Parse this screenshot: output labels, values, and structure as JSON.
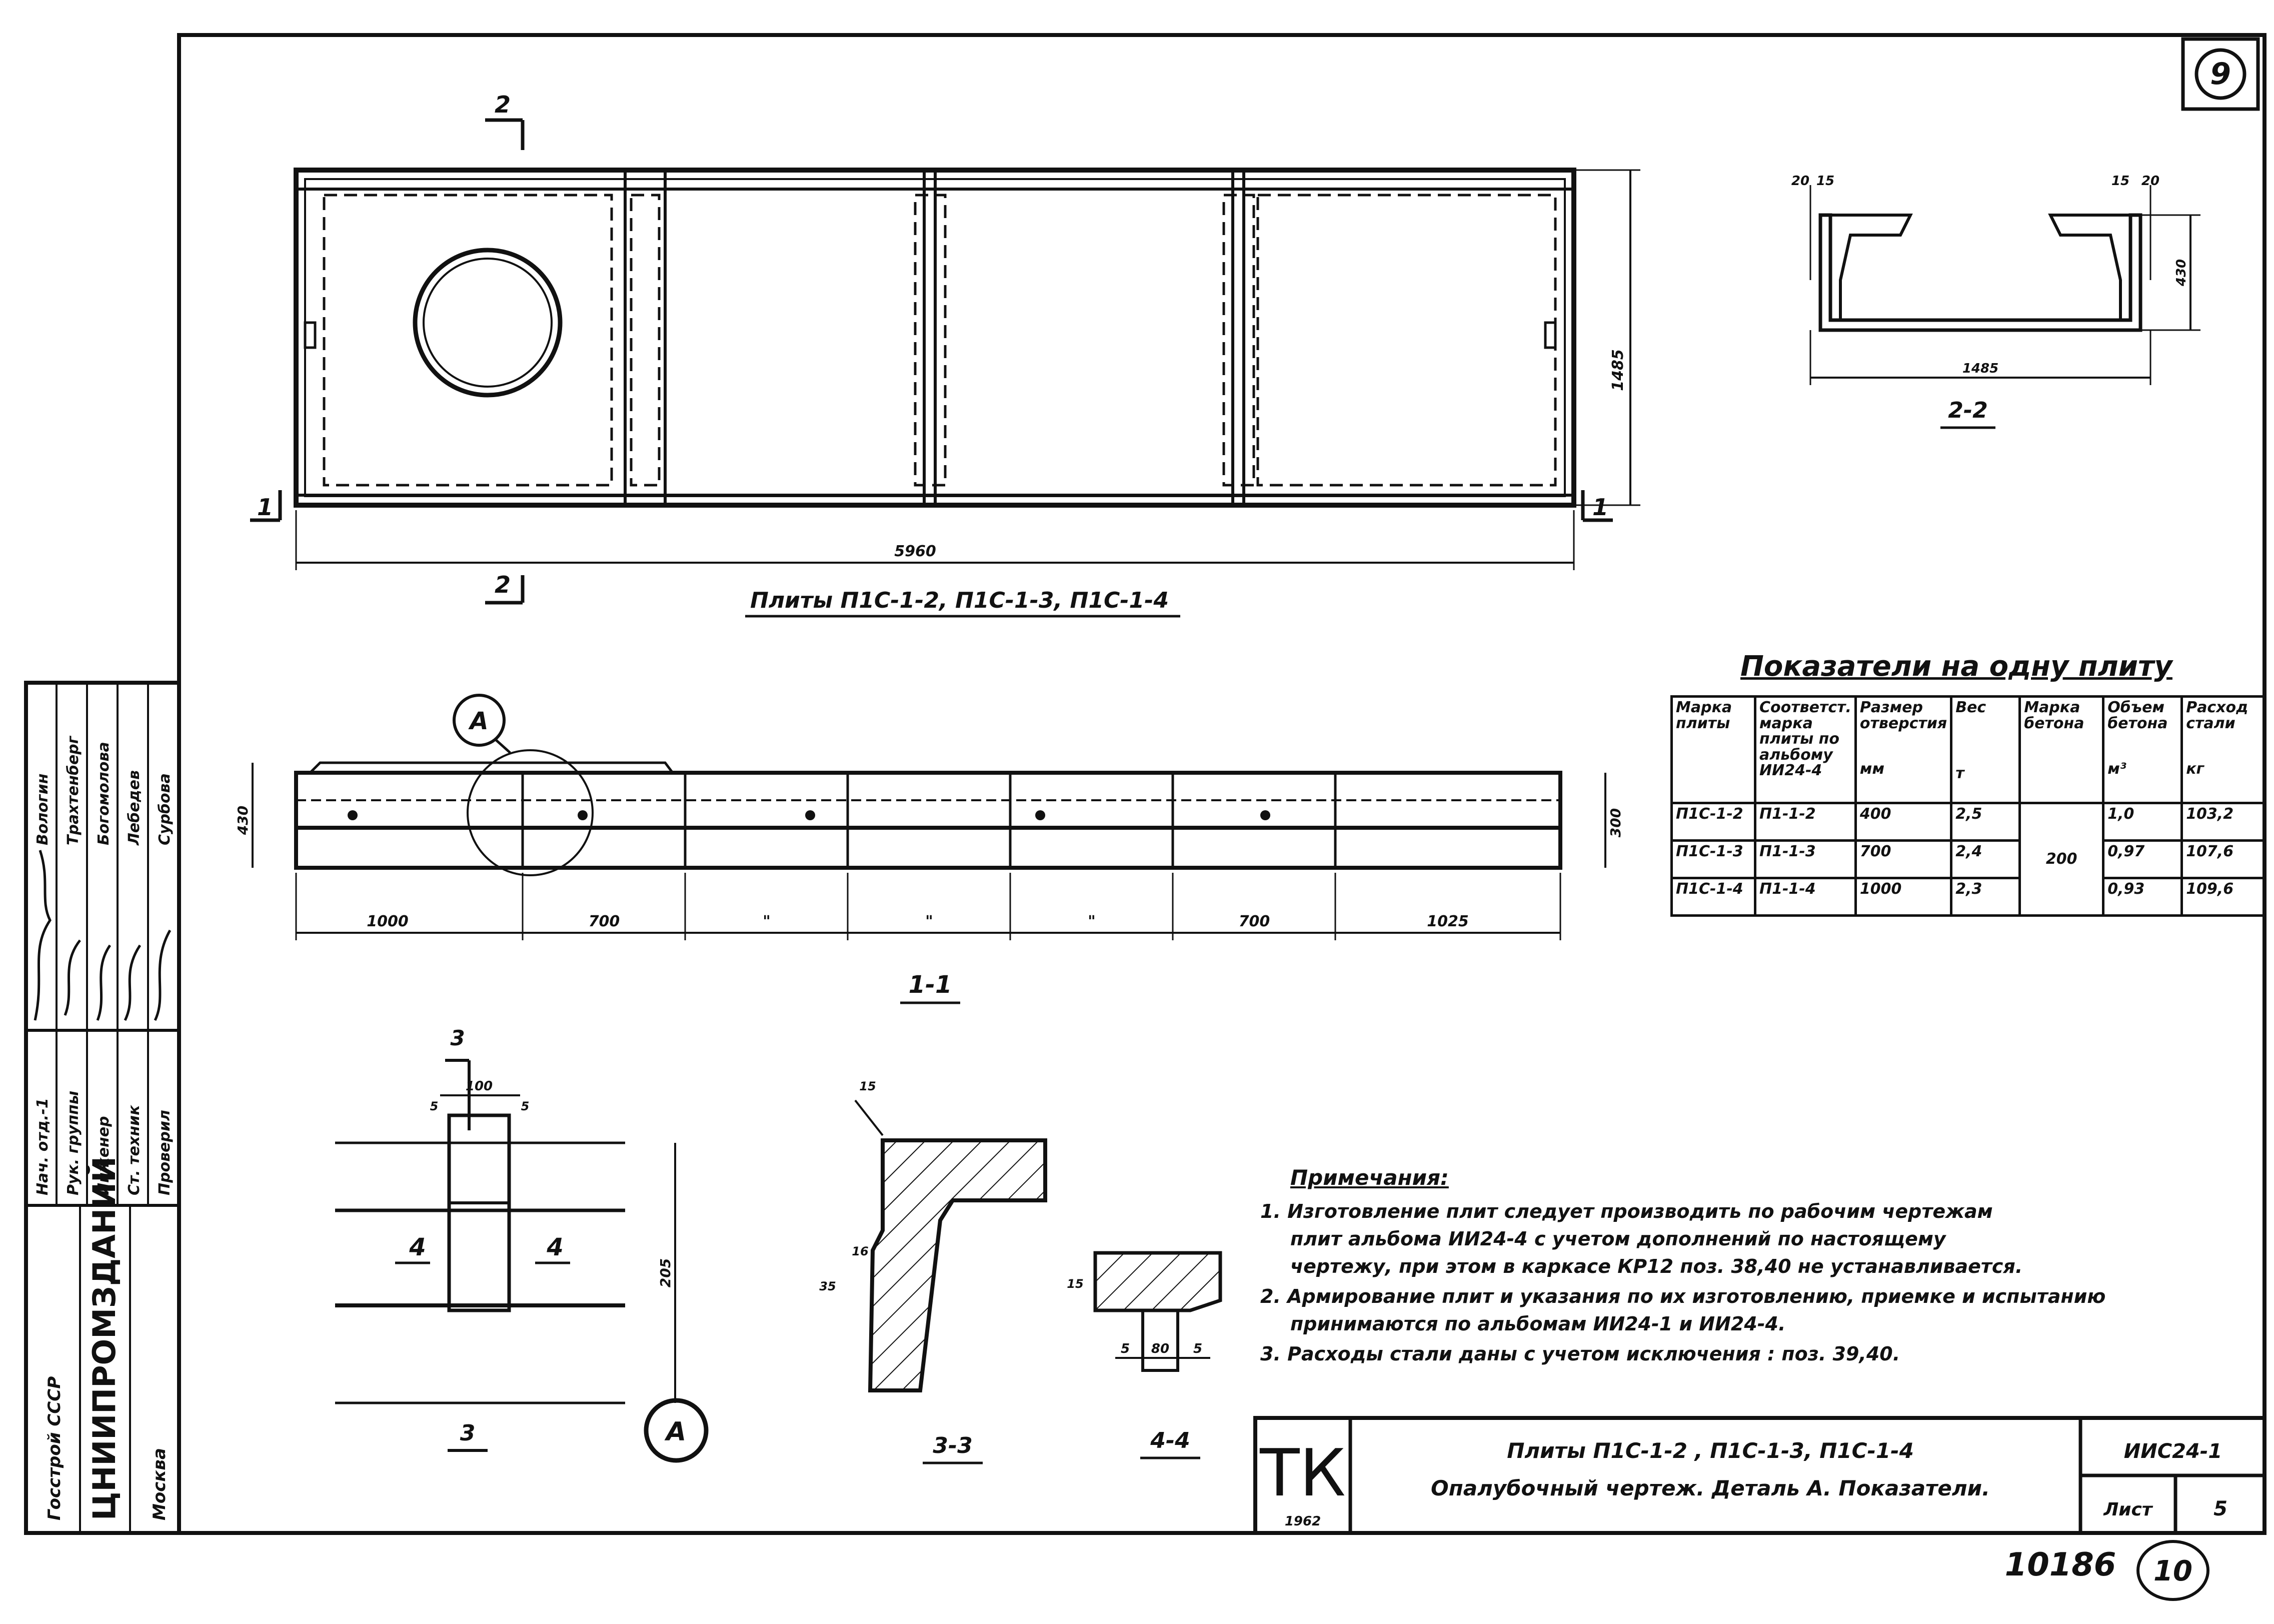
{
  "sheet": {
    "corner_number": "9",
    "bottom_number": "10186",
    "bottom_circle": "10"
  },
  "plan": {
    "caption": "Плиты П1С-1-2, П1С-1-3, П1С-1-4",
    "length": "5960",
    "width": "1485",
    "cut_top": "2",
    "cut_bottom": "2",
    "cut_left": "1",
    "cut_right": "1"
  },
  "section_2_2": {
    "label": "2-2",
    "dim_top_left_a": "20",
    "dim_top_left_b": "15",
    "dim_top_right_a": "15",
    "dim_top_right_b": "20",
    "height": "430",
    "width": "1485"
  },
  "section_1_1": {
    "label": "1-1",
    "callout": "А",
    "height_left": "430",
    "height_right": "300",
    "dims": [
      "1000",
      "700",
      "\"",
      "\"",
      "\"",
      "700",
      "1025"
    ]
  },
  "detail_a": {
    "callout": "А",
    "cut_label": "3",
    "cut_bottom": "3",
    "dim_top": "100",
    "dim_small_left": "5",
    "dim_small_right": "5",
    "height": "205",
    "mark_left": "4",
    "mark_right": "4"
  },
  "section_3_3": {
    "label": "3-3",
    "dim_top": "15",
    "dim_mid": "16",
    "dim_low": "35"
  },
  "section_4_4": {
    "label": "4-4",
    "dim_side": "15",
    "dims_bottom": [
      "5",
      "80",
      "5"
    ]
  },
  "indicators": {
    "title": "Показатели на одну плиту",
    "headers": [
      "Марка плиты",
      "Соответст. марка плиты по альбому ИИ24-4",
      "Размер отверстия",
      "Вес",
      "Марка бетона",
      "Объем бетона",
      "Расход стали"
    ],
    "units": [
      "",
      "",
      "мм",
      "т",
      "",
      "м³",
      "кг"
    ],
    "rows": [
      [
        "П1С-1-2",
        "П1-1-2",
        "400",
        "2,5",
        "1,0",
        "103,2"
      ],
      [
        "П1С-1-3",
        "П1-1-3",
        "700",
        "2,4",
        "0,97",
        "107,6"
      ],
      [
        "П1С-1-4",
        "П1-1-4",
        "1000",
        "2,3",
        "0,93",
        "109,6"
      ]
    ],
    "concrete_grade": "200"
  },
  "notes": {
    "title": "Примечания:",
    "lines": [
      "1. Изготовление плит следует производить по рабочим чертежам",
      "плит альбома ИИ24-4 с учетом дополнений по настоящему",
      "чертежу, при этом в каркасе КР12 поз. 38,40 не устанавливается.",
      "2. Армирование плит и указания по их изготовлению, приемке и испытанию",
      "принимаются по альбомам ИИ24-1 и ИИ24-4.",
      "3. Расходы стали даны с учетом исключения : поз. 39,40."
    ]
  },
  "title_block": {
    "logo": "ТК",
    "year": "1962",
    "title_line1": "Плиты П1С-1-2 , П1С-1-3, П1С-1-4",
    "title_line2": "Опалубочный чертеж. Деталь А. Показатели.",
    "series": "ИИС24-1",
    "sheet_label": "Лист",
    "sheet_number": "5"
  },
  "side_stamp": {
    "org_top": "Госстрой СССР",
    "org_main": "ЦНИИПРОМЗДАНИЙ",
    "city": "Москва",
    "roles": [
      "Нач. отд.-1",
      "Рук. группы",
      "Инженер",
      "Ст. техник",
      "Проверил"
    ],
    "names": [
      "Вологин",
      "Трахтенберг",
      "Богомолова",
      "Лебедев",
      "Сурбова"
    ]
  }
}
